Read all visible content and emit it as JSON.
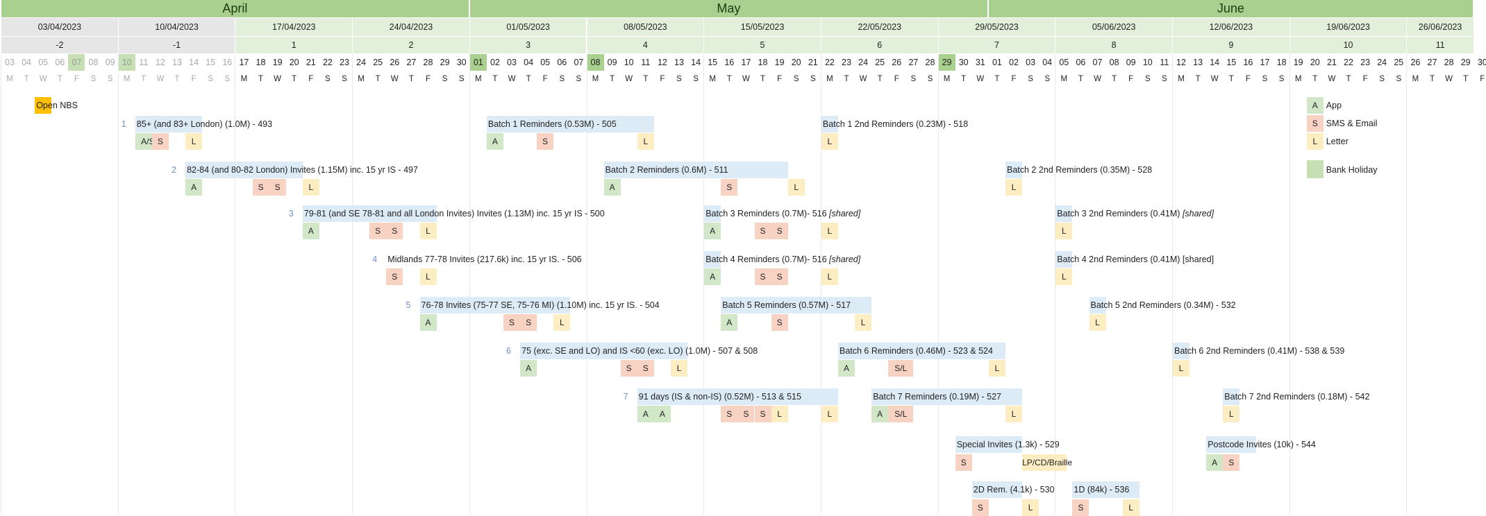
{
  "months": [
    {
      "name": "April"
    },
    {
      "name": "May"
    },
    {
      "name": "June"
    }
  ],
  "week_dates": [
    "03/04/2023",
    "10/04/2023",
    "17/04/2023",
    "24/04/2023",
    "01/05/2023",
    "08/05/2023",
    "15/05/2023",
    "22/05/2023",
    "29/05/2023",
    "05/06/2023",
    "12/06/2023",
    "19/06/2023",
    "26/06/2023"
  ],
  "week_numbers": [
    "-2",
    "-1",
    "1",
    "2",
    "3",
    "4",
    "5",
    "6",
    "7",
    "8",
    "9",
    "10",
    "11"
  ],
  "days": [
    "03",
    "04",
    "05",
    "06",
    "07",
    "08",
    "09",
    "10",
    "11",
    "12",
    "13",
    "14",
    "15",
    "16",
    "17",
    "18",
    "19",
    "20",
    "21",
    "22",
    "23",
    "24",
    "25",
    "26",
    "27",
    "28",
    "29",
    "30",
    "01",
    "02",
    "03",
    "04",
    "05",
    "06",
    "07",
    "08",
    "09",
    "10",
    "11",
    "12",
    "13",
    "14",
    "15",
    "16",
    "17",
    "18",
    "19",
    "20",
    "21",
    "22",
    "23",
    "24",
    "25",
    "26",
    "27",
    "28",
    "29",
    "30",
    "31",
    "01",
    "02",
    "03",
    "04",
    "05",
    "06",
    "07",
    "08",
    "09",
    "10",
    "11",
    "12",
    "13",
    "14",
    "15",
    "16",
    "17",
    "18",
    "19",
    "20",
    "21",
    "22",
    "23",
    "24",
    "25",
    "26",
    "27",
    "28",
    "29",
    "30"
  ],
  "dow": [
    "M",
    "T",
    "W",
    "T",
    "F",
    "S",
    "S"
  ],
  "bank_holidays_day_index": [
    4,
    7,
    28,
    35,
    56
  ],
  "first_current_day_index": 14,
  "open_nbs_label": "Open NBS",
  "rows": [
    {
      "num": "1",
      "label": "85+ (and 83+ London) (1.0M) - 493",
      "chips": [
        "A/S",
        "S",
        "L"
      ],
      "batch_reminder": "Batch 1 Reminders (0.53M) - 505",
      "reminder_chips": [
        "A",
        "S",
        "L"
      ],
      "second_reminder": "Batch 1 2nd Reminders (0.23M) - 518",
      "second_chips": [
        "L"
      ]
    },
    {
      "num": "2",
      "label": "82-84 (and 80-82 London) Invites (1.15M) inc. 15 yr IS - 497",
      "chips": [
        "A",
        "S",
        "S",
        "L"
      ],
      "batch_reminder": "Batch 2 Reminders (0.6M) - 511",
      "reminder_chips": [
        "A",
        "S",
        "L"
      ],
      "second_reminder": "Batch 2 2nd Reminders (0.35M) - 528",
      "second_chips": [
        "L"
      ]
    },
    {
      "num": "3",
      "label": "79-81 (and SE 78-81 and all London Invites) Invites (1.13M) inc. 15 yr IS - 500",
      "chips": [
        "A",
        "S",
        "S",
        "L"
      ],
      "batch_reminder": "Batch 3 Reminders (0.7M)- 516",
      "batch_reminder_tag": "[shared]",
      "reminder_chips": [
        "A",
        "S",
        "S",
        "L"
      ],
      "second_reminder": "Batch 3 2nd Reminders (0.41M)",
      "second_tag": "[shared]",
      "second_chips": [
        "L"
      ]
    },
    {
      "num": "4",
      "label": "Midlands 77-78 Invites (217.6k) inc. 15 yr IS. - 506",
      "chips": [
        "S",
        "L"
      ],
      "batch_reminder": "Batch 4 Reminders (0.7M)- 516",
      "batch_reminder_tag": "[shared]",
      "reminder_chips": [
        "A",
        "S",
        "S",
        "L"
      ],
      "second_reminder": "Batch 4 2nd Reminders (0.41M) [shared]",
      "second_chips": [
        "L"
      ]
    },
    {
      "num": "5",
      "label": "76-78 Invites (75-77 SE, 75-76 MI) (1.10M) inc. 15 yr IS. - 504",
      "chips": [
        "A",
        "S",
        "S",
        "L"
      ],
      "batch_reminder": "Batch 5 Reminders (0.57M) - 517",
      "reminder_chips": [
        "A",
        "S",
        "L"
      ],
      "second_reminder": "Batch 5 2nd Reminders (0.34M) - 532",
      "second_chips": [
        "L"
      ]
    },
    {
      "num": "6",
      "label": "75 (exc. SE and LO) and IS <60 (exc. LO) (1.0M) - 507 & 508",
      "chips": [
        "A",
        "S",
        "S",
        "L"
      ],
      "batch_reminder": "Batch 6 Reminders (0.46M) - 523 & 524",
      "reminder_chips": [
        "A",
        "S/L",
        "L"
      ],
      "second_reminder": "Batch 6 2nd Reminders (0.41M) - 538 & 539",
      "second_chips": [
        "L"
      ]
    },
    {
      "num": "7",
      "label": "91 days (IS & non-IS) (0.52M) - 513 & 515",
      "chips": [
        "A",
        "A",
        "S",
        "S",
        "S",
        "L",
        "L"
      ],
      "batch_reminder": "Batch 7 Reminders (0.19M) - 527",
      "reminder_chips": [
        "A",
        "S/L",
        "L"
      ],
      "second_reminder": "Batch 7 2nd Reminders (0.18M) - 542",
      "second_chips": [
        "L"
      ]
    }
  ],
  "special_invites": {
    "label": "Special Invites (1.3k) - 529",
    "chips": [
      "S"
    ],
    "lp_label": "LP/CD/Braille"
  },
  "postcode_invites": {
    "label": "Postcode Invites (10k) - 544",
    "chips": [
      "A",
      "S"
    ]
  },
  "rem_2d": {
    "label": "2D Rem. (4.1k) - 530",
    "chips": [
      "S",
      "L"
    ]
  },
  "rem_1d": {
    "label": "1D  (84k) - 536",
    "chips": [
      "S",
      "L"
    ]
  },
  "legend": [
    {
      "key": "A",
      "label": "App"
    },
    {
      "key": "S",
      "label": "SMS & Email"
    },
    {
      "key": "L",
      "label": "Letter"
    },
    {
      "key": "",
      "label": "Bank Holiday"
    }
  ]
}
